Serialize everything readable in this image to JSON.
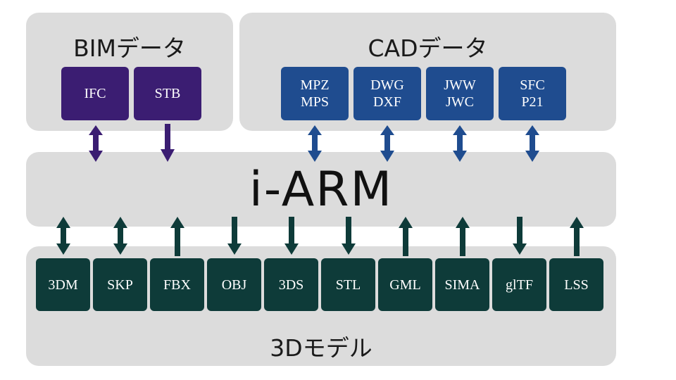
{
  "bim": {
    "title": "BIMデータ",
    "formats": [
      [
        "IFC"
      ],
      [
        "STB"
      ]
    ],
    "color": "#3b1d72"
  },
  "cad": {
    "title": "CADデータ",
    "formats": [
      [
        "MPZ",
        "MPS"
      ],
      [
        "DWG",
        "DXF"
      ],
      [
        "JWW",
        "JWC"
      ],
      [
        "SFC",
        "P21"
      ]
    ],
    "color": "#1f4c8f"
  },
  "core": {
    "title": "i-ARM"
  },
  "model": {
    "title": "3Dモデル",
    "formats": [
      "3DM",
      "SKP",
      "FBX",
      "OBJ",
      "3DS",
      "STL",
      "GML",
      "SIMA",
      "glTF",
      "LSS"
    ],
    "color": "#0e3b39"
  },
  "arrows": {
    "top": [
      "both",
      "down",
      "both",
      "both",
      "both",
      "both"
    ],
    "bottom": [
      "both",
      "both",
      "up",
      "down",
      "down",
      "down",
      "up",
      "up",
      "down",
      "up"
    ]
  }
}
